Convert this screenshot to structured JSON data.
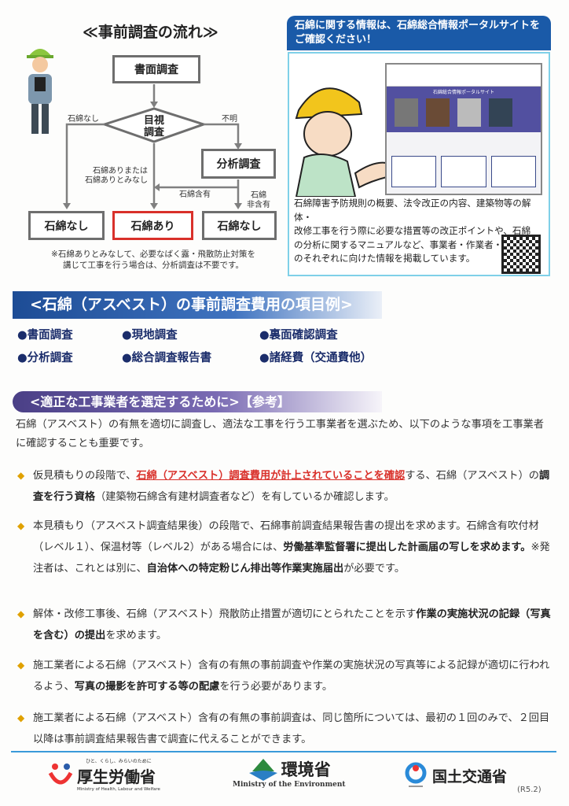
{
  "flow": {
    "title": "≪事前調査の流れ≫",
    "document_check": "書面調査",
    "visual_check": [
      "目視",
      "調査"
    ],
    "analysis": "分析調査",
    "result_none_left": "石綿なし",
    "result_present": "石綿あり",
    "result_none_right": "石綿なし",
    "label_none": "石綿なし",
    "label_unknown": "不明",
    "label_present_or_deemed": [
      "石綿ありまたは",
      "石綿ありとみなし"
    ],
    "label_contains": "石綿含有",
    "label_not_contains": [
      "石綿",
      "非含有"
    ],
    "footnote": [
      "※石綿ありとみなして、必要なばく露・飛散防止対策を",
      "講じて工事を行う場合は、分析調査は不要です。"
    ]
  },
  "portal": {
    "heading": [
      "石綿に関する情報は、石綿総合情報ポータルサイトを",
      "ご確認ください！"
    ],
    "description": [
      "石綿障害予防規則の概要、法令改正の内容、建築物等の解体・",
      "改修工事を行う際に必要な措置等の改正ポイントや、石綿",
      "の分析に関するマニュアルなど、事業者・作業者・発注者",
      "のそれぞれに向けた情報を掲載しています。"
    ],
    "site_title": "石綿総合情報ポータルサイト"
  },
  "cost_items": {
    "heading": "<石綿（アスベスト）の事前調査費用の項目例>",
    "items": [
      "●書面調査",
      "●現地調査",
      "●裏面確認調査",
      "●分析調査",
      "●総合調査報告書",
      "●諸経費（交通費他）"
    ]
  },
  "selection": {
    "heading": "<適正な工事業者を選定するために>【参考】",
    "intro": "石綿（アスベスト）の有無を適切に調査し、適法な工事を行う工事業者を選ぶため、以下のような事項を工事業者に確認することも重要です。",
    "bullets": [
      [
        "仮見積もりの段階で、",
        "石綿（アスベスト）調査費用が計上されていることを確認",
        "する、石綿（アスベスト）の",
        "調査を行う資格",
        "（建築物石綿含有建材調査者など）を有しているか確認します。"
      ],
      [
        "本見積もり（アスベスト調査結果後）の段階で、石綿事前調査結果報告書の提出を求めます。石綿含有吹付材（レベル１）、保温材等（レベル2）がある場合には、",
        "労働基準監督署に提出した計画届の写しを求めます。",
        "※発注者は、これとは別に、",
        "自治体への特定粉じん排出等作業実施届出",
        "が必要です。"
      ],
      [
        "解体・改修工事後、石綿（アスベスト）飛散防止措置が適切にとられたことを示す",
        "作業の実施状況の記録（写真を含む）の提出",
        "を求めます。"
      ],
      [
        "施工業者による石綿（アスベスト）含有の有無の事前調査や作業の実施状況の写真等による記録が適切に行われるよう、",
        "写真の撮影を許可する等の配慮",
        "を行う必要があります。"
      ],
      [
        "施工業者による石綿（アスベスト）含有の有無の事前調査は、同じ箇所については、最初の１回のみで、２回目以降は事前調査結果報告書で調査に代えることができます。"
      ]
    ]
  },
  "footer": {
    "mhlw_tagline": "ひと、くらし、みらいのために",
    "mhlw": "厚生労働省",
    "mhlw_en": "Ministry of Health, Labour and Welfare",
    "moe": "環境省",
    "moe_en": "Ministry of the Environment",
    "mlit": "国土交通省",
    "revision": "(R5.2)"
  },
  "colors": {
    "accent_blue": "#1a5aa8",
    "red": "#d9302a",
    "navy": "#1b2d6b",
    "diamond": "#e0a100"
  }
}
